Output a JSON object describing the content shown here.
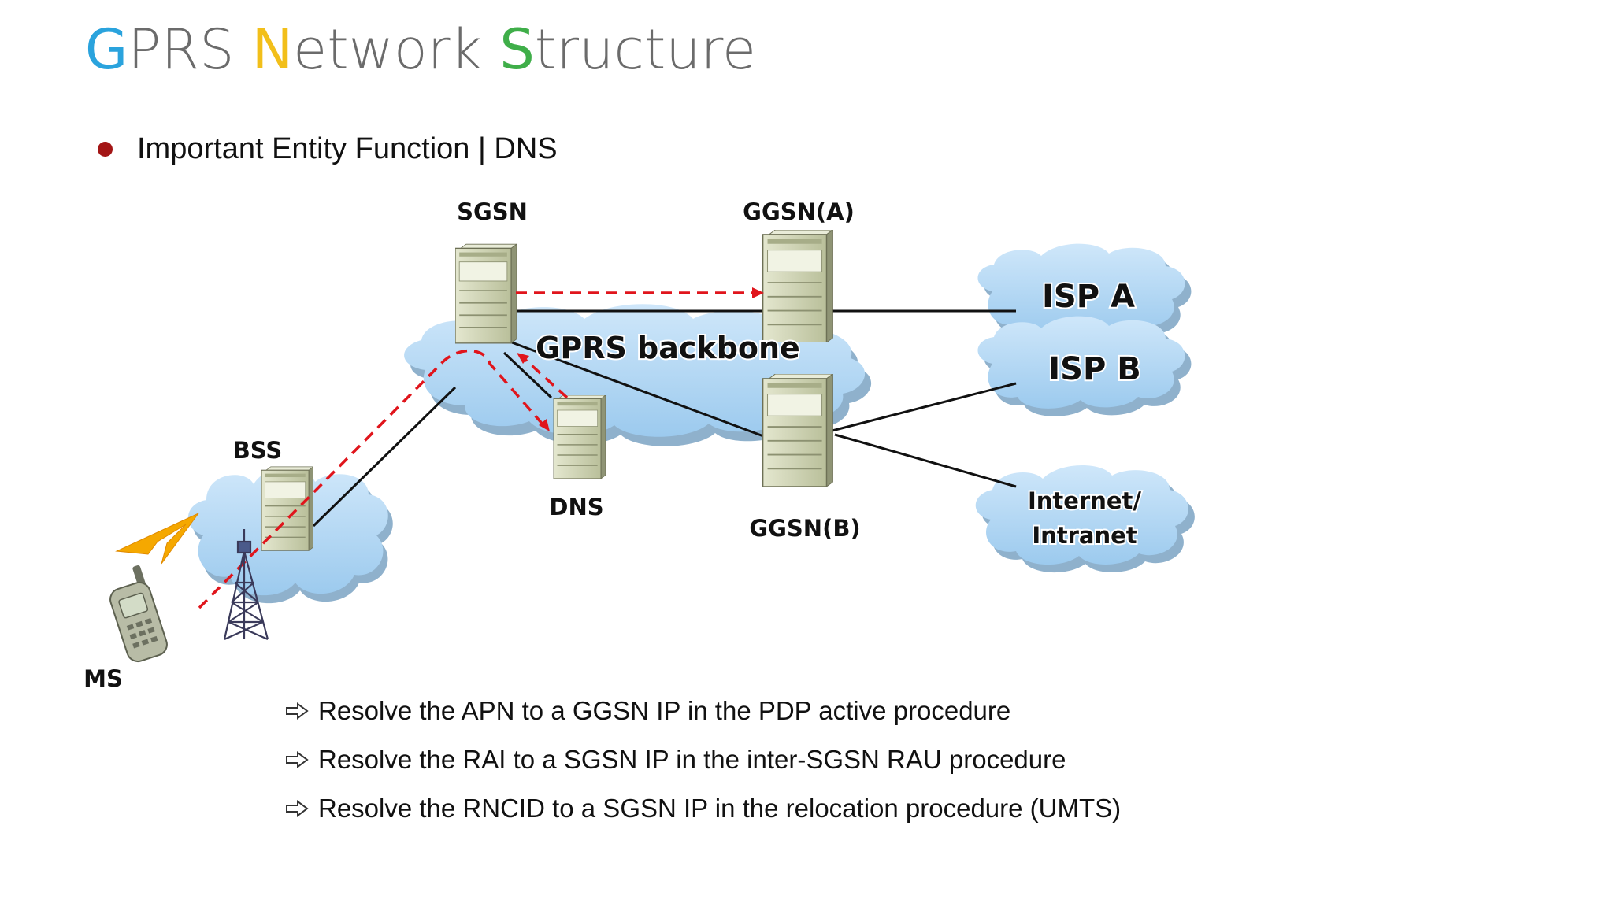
{
  "title": {
    "parts": [
      {
        "first": "G",
        "rest": "PRS ",
        "color": "#2aa3dd"
      },
      {
        "first": "N",
        "rest": "etwork ",
        "color": "#f2bf1a"
      },
      {
        "first": "S",
        "rest": "tructure",
        "color": "#3fae49"
      }
    ]
  },
  "bullet": {
    "text": "Important Entity Function | DNS",
    "color": "#a31515"
  },
  "diagram": {
    "labels": {
      "sgsn": "SGSN",
      "ggsn_a": "GGSN(A)",
      "ggsn_b": "GGSN(B)",
      "dns": "DNS",
      "bss": "BSS",
      "ms": "MS"
    },
    "clouds": {
      "backbone": "GPRS backbone",
      "isp_a": "ISP A",
      "isp_b": "ISP B",
      "internet_line1": "Internet/",
      "internet_line2": "Intranet"
    },
    "colors": {
      "cloud": "#a9d4f2",
      "dashed": "#e0151c",
      "server": "#c9cfae"
    }
  },
  "notes": [
    "Resolve the APN to a GGSN IP in the PDP active procedure",
    "Resolve the RAI to a SGSN IP in the inter-SGSN RAU procedure",
    "Resolve the RNCID to a SGSN IP in the relocation procedure (UMTS)"
  ]
}
